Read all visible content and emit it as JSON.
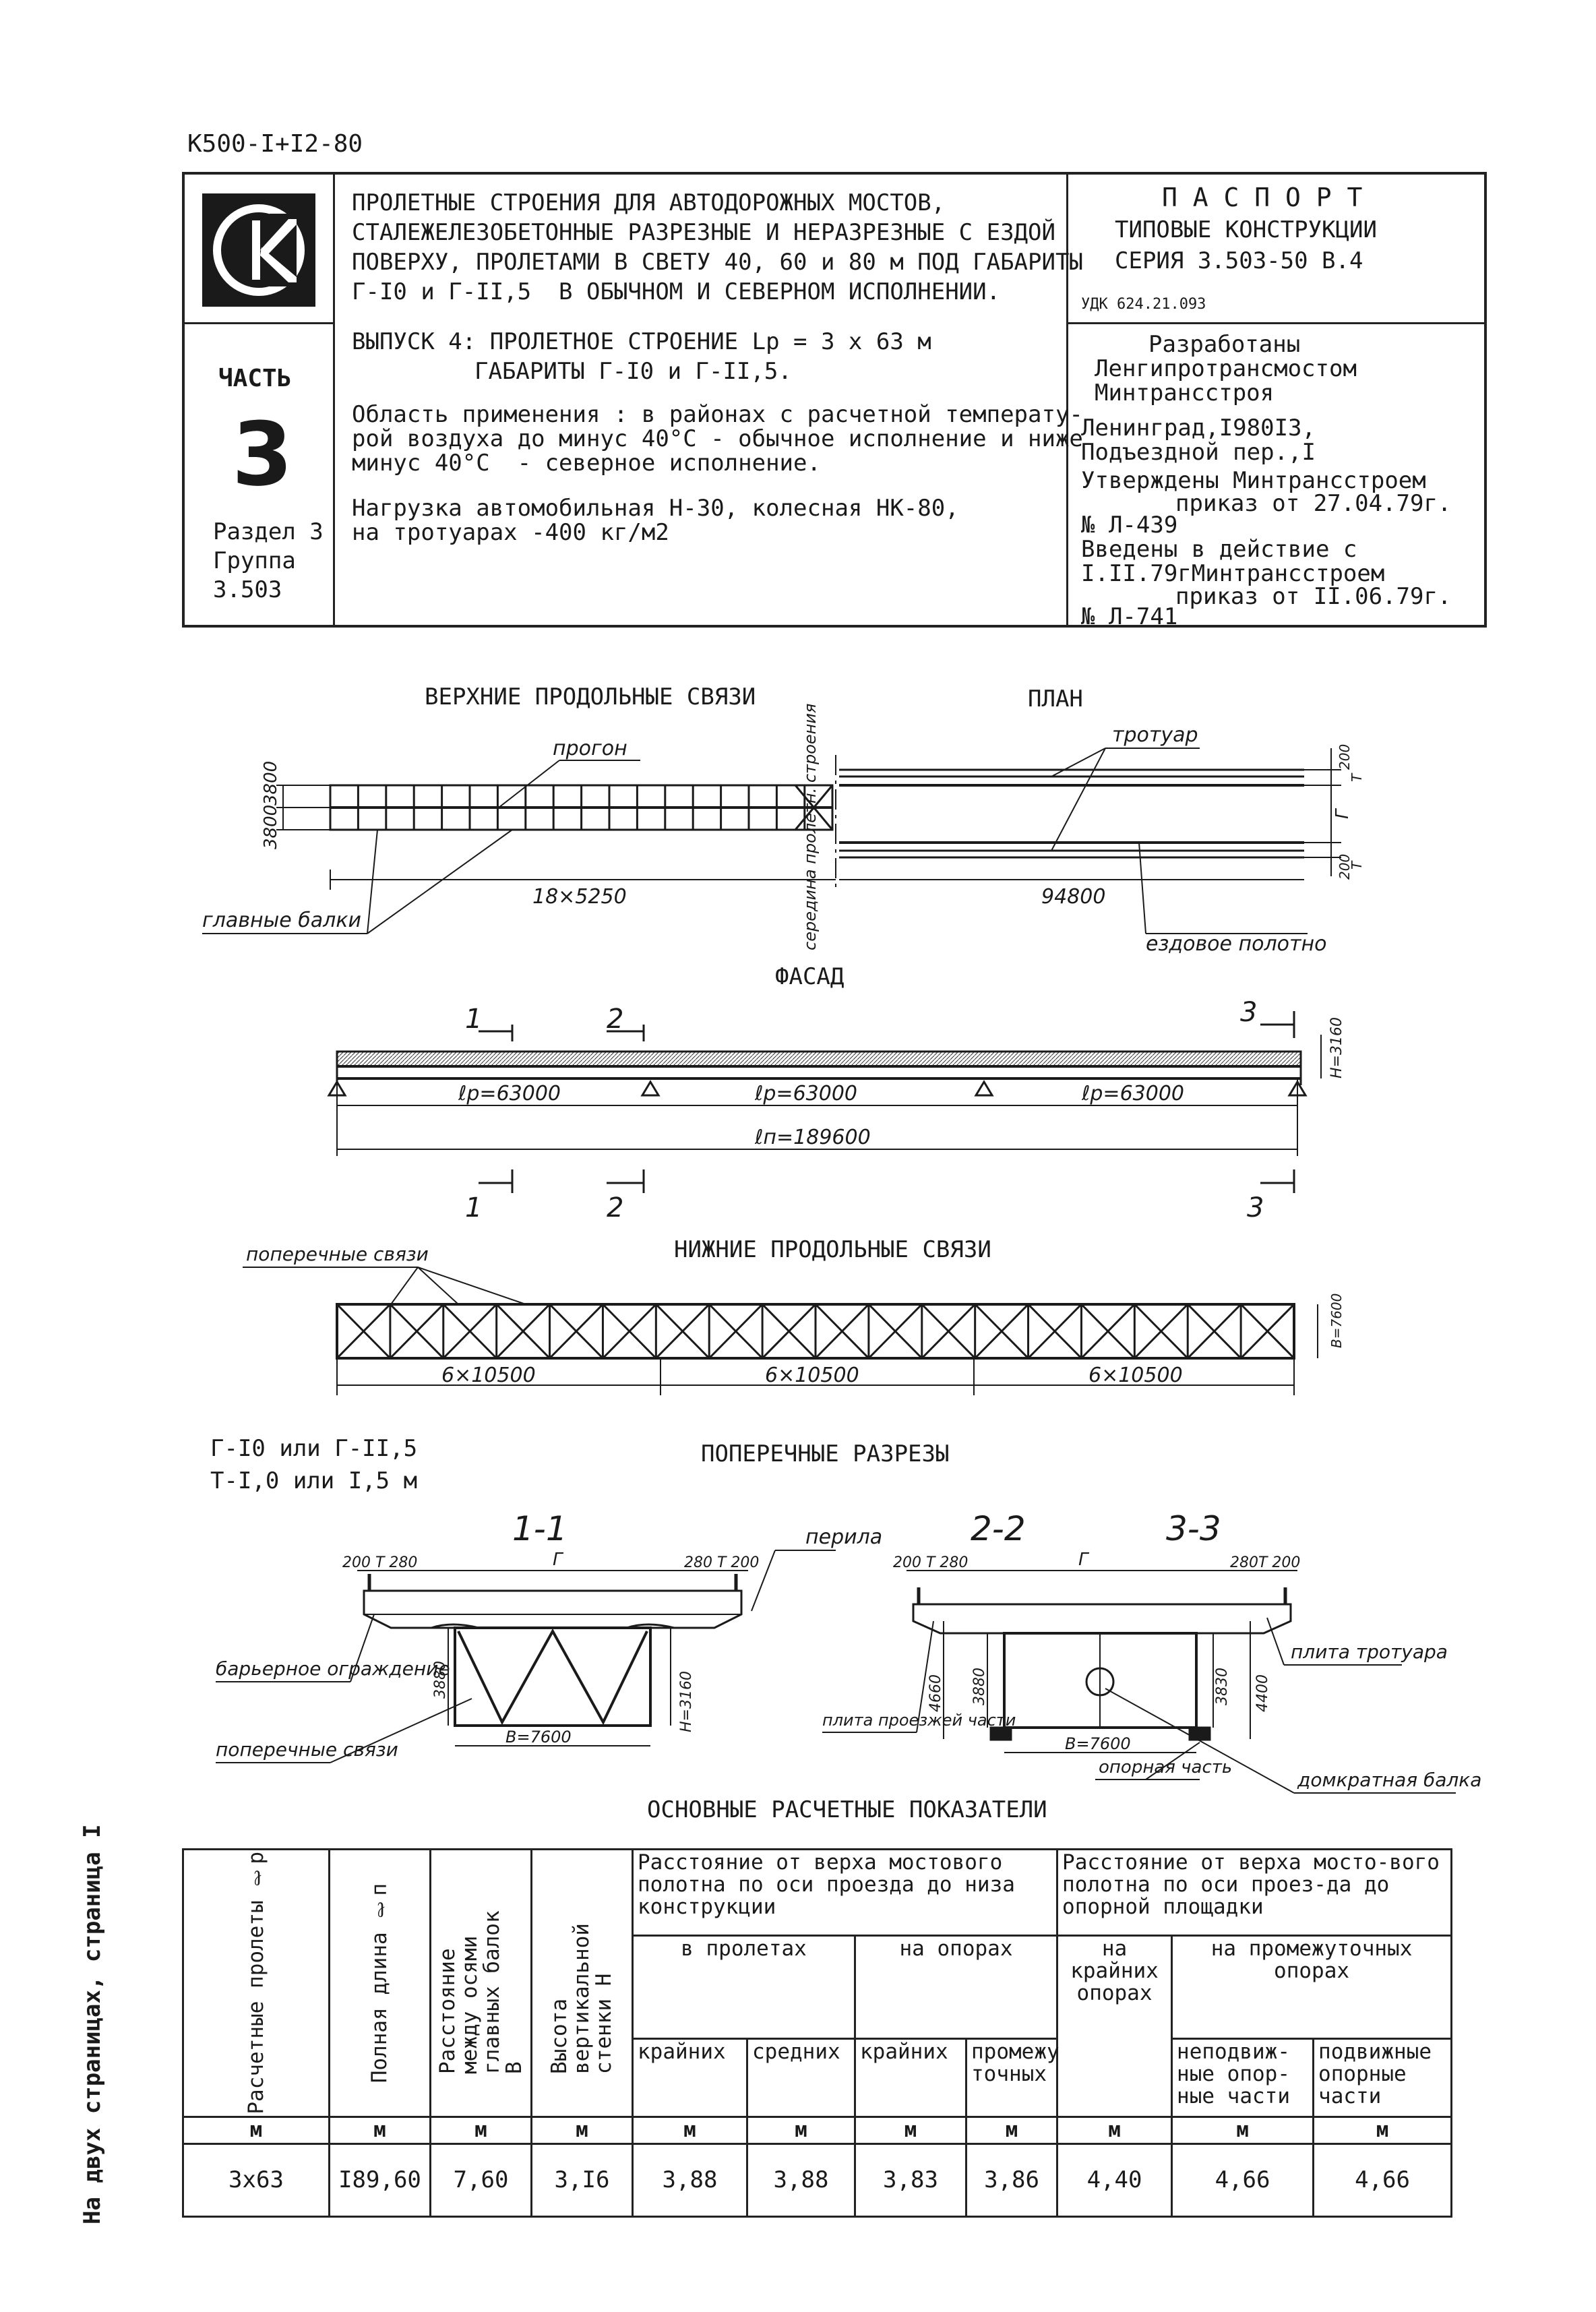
{
  "doc_code": "К500-I+I2-80",
  "side_note": "На двух страницах, страница I",
  "titleblock": {
    "title_lines": [
      "ПРОЛЕТНЫЕ СТРОЕНИЯ ДЛЯ АВТОДОРОЖНЫХ МОСТОВ,",
      "СТАЛЕЖЕЛЕЗОБЕТОННЫЕ РАЗРЕЗНЫЕ И НЕРАЗРЕЗНЫЕ С ЕЗДОЙ",
      "ПОВЕРХУ, ПРОЛЕТАМИ В СВЕТУ 40, 60 и 80 м ПОД ГАБАРИТЫ",
      "Г-I0 и Г-II,5  В ОБЫЧНОМ И СЕВЕРНОМ ИСПОЛНЕНИИ."
    ],
    "issue_line1": "ВЫПУСК 4: ПРОЛЕТНОЕ СТРОЕНИЕ Lр = 3 х 63 м",
    "issue_line2": "ГАБАРИТЫ Г-I0 и Г-II,5.",
    "scope_lines": [
      "Область применения : в районах с расчетной температу-",
      "рой воздуха до минус 40°С - обычное исполнение и ниже",
      "минус 40°С  - северное исполнение."
    ],
    "load_lines": [
      "Нагрузка автомобильная Н-30, колесная НК-80,",
      "на тротуарах -400 кг/м2"
    ],
    "part_label": "ЧАСТЬ",
    "part_number": "3",
    "section_lines": [
      "Раздел 3",
      "Группа",
      "3.503"
    ],
    "passport_title": "П А С П О Р Т",
    "passport_lines": [
      "ТИПОВЫЕ КОНСТРУКЦИИ",
      "СЕРИЯ 3.503-50 В.4"
    ],
    "udk": "УДК 624.21.093",
    "developed_lines": [
      "Разработаны",
      "Ленгипротрансмостом",
      "Минтрансстроя",
      "Ленинград,I980I3,",
      "Подъездной пер.,I",
      "Утверждены Минтрансстроем",
      "приказ от 27.04.79г.",
      "№ Л-439",
      "Введены в действие с",
      "I.II.79гМинтрансстроем",
      "приказ от II.06.79г.",
      "№ Л-741"
    ]
  },
  "drawings": {
    "upper_bracing": "ВЕРХНИЕ ПРОДОЛЬНЫЕ СВЯЗИ",
    "plan": "ПЛАН",
    "progon": "прогон",
    "main_beams": "главные балки",
    "sidewalk": "тротуар",
    "roadway": "ездовое полотно",
    "span_middle": "середина пролетн. строения",
    "dim_upper": "18×5250",
    "dim_plan": "94800",
    "dim_3800a": "3800",
    "dim_3800b": "3800",
    "dim_200a": "200",
    "dim_200b": "200",
    "dim_T1": "Т",
    "dim_T2": "Т",
    "dim_G": "Г",
    "facade": "ФАСАД",
    "span1": "ℓр=63000",
    "span2": "ℓр=63000",
    "span3": "ℓр=63000",
    "total_len": "ℓп=189600",
    "height_H": "Н=3160",
    "sec1": "1",
    "sec2": "2",
    "sec3": "3",
    "lower_bracing": "НИЖНИЕ ПРОДОЛЬНЫЕ СВЯЗИ",
    "cross_bracing": "поперечные связи",
    "lower_dim1": "6×10500",
    "lower_dim2": "6×10500",
    "lower_dim3": "6×10500",
    "lower_B": "В=7600",
    "gabarit_line1": "Г-I0 или Г-II,5",
    "gabarit_line2": "Т-I,0 или I,5 м",
    "cross_sections": "ПОПЕРЕЧНЫЕ РАЗРЕЗЫ",
    "cs11": "1-1",
    "cs22": "2-2",
    "cs33": "3-3",
    "railing": "перила",
    "barrier": "барьерное ограждение",
    "cross_bracing2": "поперечные связи",
    "slab_road": "плита проезжей части",
    "slab_walk": "плита тротуара",
    "bearing": "опорная часть",
    "jack_beam": "домкратная балка",
    "d200T280": "200 Т  280",
    "d280T200": "280 Т  200",
    "d200T280b": "200 Т  280",
    "d280T200b": "280Т 200",
    "dG1": "Г",
    "dG2": "Г",
    "d3880": "3880",
    "d3160": "Н=3160",
    "d4660": "4660",
    "d3880b": "3880",
    "d3830": "3830",
    "d4400": "4400",
    "dB1": "В=7600",
    "dB2": "В=7600"
  },
  "table": {
    "title": "ОСНОВНЫЕ РАСЧЕТНЫЕ ПОКАЗАТЕЛИ",
    "h_spans": "Расчетные пролеты ℓр",
    "h_length": "Полная длина ℓп",
    "h_axes": "Расстояние между осями главных балок В",
    "h_height": "Высота вертикальной стенки Н",
    "h_group1": "Расстояние от верха мостового полотна по оси проезда до низа конструкции",
    "h_group2": "Расстояние от верха мосто-вого полотна по оси проез-да до опорной площадки",
    "h_inspans": "в пролетах",
    "h_onsupports": "на опорах",
    "h_extreme_supports": "на крайних опорах",
    "h_intermediate": "на промежуточных опорах",
    "h_extreme1": "крайних",
    "h_middle": "средних",
    "h_extreme2": "крайних",
    "h_interm": "промежу точных",
    "h_fixed": "неподвиж-ные опор-ные части",
    "h_movable": "подвижные опорные части",
    "unit": "м",
    "values": [
      "3х63",
      "I89,60",
      "7,60",
      "3,I6",
      "3,88",
      "3,88",
      "3,83",
      "3,86",
      "4,40",
      "4,66",
      "4,66"
    ]
  }
}
